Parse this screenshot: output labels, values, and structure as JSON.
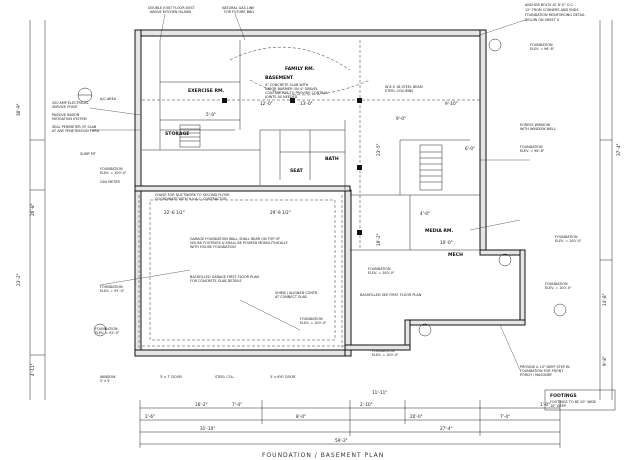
{
  "rooms": {
    "family": "FAMILY RM.",
    "basement": "BASEMENT",
    "exercise": "EXERCISE RM.",
    "storage": "STORAGE",
    "bath": "BATH",
    "media": "MEDIA RM.",
    "mech": "MECH",
    "seat": "SEAT"
  },
  "notes": {
    "top_left_1": "DOUBLE JOIST FLOOR JOIST",
    "top_left_2": "ABOVE KITCHEN ISLAND",
    "top_center_1": "NATURAL GAS LINE",
    "top_center_2": "FOR FUTURE BBQ",
    "top_right_1": "ANCHOR BOLTS AT 6'-0\" O.C.",
    "top_right_2": "12\" FROM CORNERS AND ENDS",
    "top_right_3": "FOUNDATION REINFORCING DETAIL",
    "top_right_4": "BELOW ON SHEET 4",
    "ac": "A/C AREA",
    "electrical_1": "200 AMP ELECTRICAL",
    "electrical_2": "SERVICE POINT",
    "radon_1": "PASSIVE RADON",
    "radon_2": "MITIGATION SYSTEM",
    "seal_1": "SEAL PERIMETER OF SLAB",
    "seal_2": "AT ANY PENETRATION THRU",
    "sump": "SUMP PIT",
    "gas_meter": "GAS METER",
    "ducts_1": "CHASE FOR DUCTWORK TO SECOND FLOOR",
    "ducts_2": "COORDINATE WITH H.V.A.C. CONTRACTOR",
    "basement_1": "4\" CONCRETE SLAB WITH",
    "basement_2": "VAPOR BARRIER ON 4\" GRAVEL",
    "basement_3": "CONTRACTOR TO PROVIDE CONTROL",
    "basement_4": "JOINTS AS NEEDED",
    "beam_1": "W 8 X 18 STEEL BEAM",
    "beam_2": "STEEL COLUMNS",
    "egress_1": "EGRESS WINDOW",
    "egress_2": "WITH WINDOW WELL",
    "garage_1": "GARAGE FOUNDATION WALL SHALL BEAR ON TOP OF",
    "garage_2": "HOUSE FOOTINGS & SHALL BE POURED MONOLITHICALLY",
    "garage_3": "WITH HOUSE FOUNDATION",
    "backfill_1": "BACKFILLED GARAGE FIRST FLOOR PLAN",
    "backfill_2": "FOR CONCRETE SLAB DETAILS",
    "steps_1": "SHIMS / ALIGNED CONTR.",
    "steps_2": "AT CONNECT SLAB",
    "backfill_b": "BACKFILLED SEE FIRST FLOOR PLAN",
    "porch_1": "PROVIDE A 10\" DEEP STEP IN",
    "porch_2": "FOUNDATION FOR FRONT",
    "porch_3": "PORCH / MASONRY",
    "footings_title": "FOOTINGS",
    "footings_1": "FOOTINGS TO BE 20\" WIDE",
    "footings_2": "10\" DEEP"
  },
  "tags": {
    "foundation": "FOUNDATION",
    "elev_1": "ELEV. = 100'-0\"",
    "elev_2": "ELEV. = 92'-0\"",
    "elev_3": "ELEV. = 96'-8\"",
    "window": "WINDOW",
    "win_1": "5' x 5'",
    "steel_col": "STEEL COL.",
    "door_1": "3' x 7' DOOR",
    "door_2": "3' x 6'8\" DOOR"
  },
  "dims": {
    "bottom_1": "16'-2\"",
    "bottom_2": "7'-4\"",
    "bottom_3": "11'-11\"",
    "bottom_4": "20'-0\"",
    "bottom_5": "7'-4\"",
    "bottom_6": "31'-10\"",
    "bottom_7": "27'-4\"",
    "bottom_8": "59'-2\"",
    "bottom_9": "2'-6\"",
    "bottom_10": "8'-0\"",
    "bottom_11": "2'-10\"",
    "bottom_12": "1'-0\"",
    "left_1": "30'-9\"",
    "left_2": "23'-2\"",
    "left_3": "26'-8\"",
    "left_4": "4'-11\"",
    "right_1": "37'-4\"",
    "right_2": "14'-8\"",
    "right_3": "9'-8\"",
    "inner_1": "12'-0\"",
    "inner_2": "13'-0\"",
    "inner_3": "9'-10\"",
    "inner_4": "29'-9 1/2\"",
    "inner_5": "23'-5\"",
    "inner_6": "19'-2\"",
    "inner_7": "22'-6 1/2\"",
    "inner_8": "6'-0\"",
    "inner_9": "4'-0\"",
    "inner_10": "9'-0\"",
    "inner_11": "10'-0\"",
    "inner_12": "5'-0\""
  },
  "sheet_title": "FOUNDATION / BASEMENT PLAN"
}
